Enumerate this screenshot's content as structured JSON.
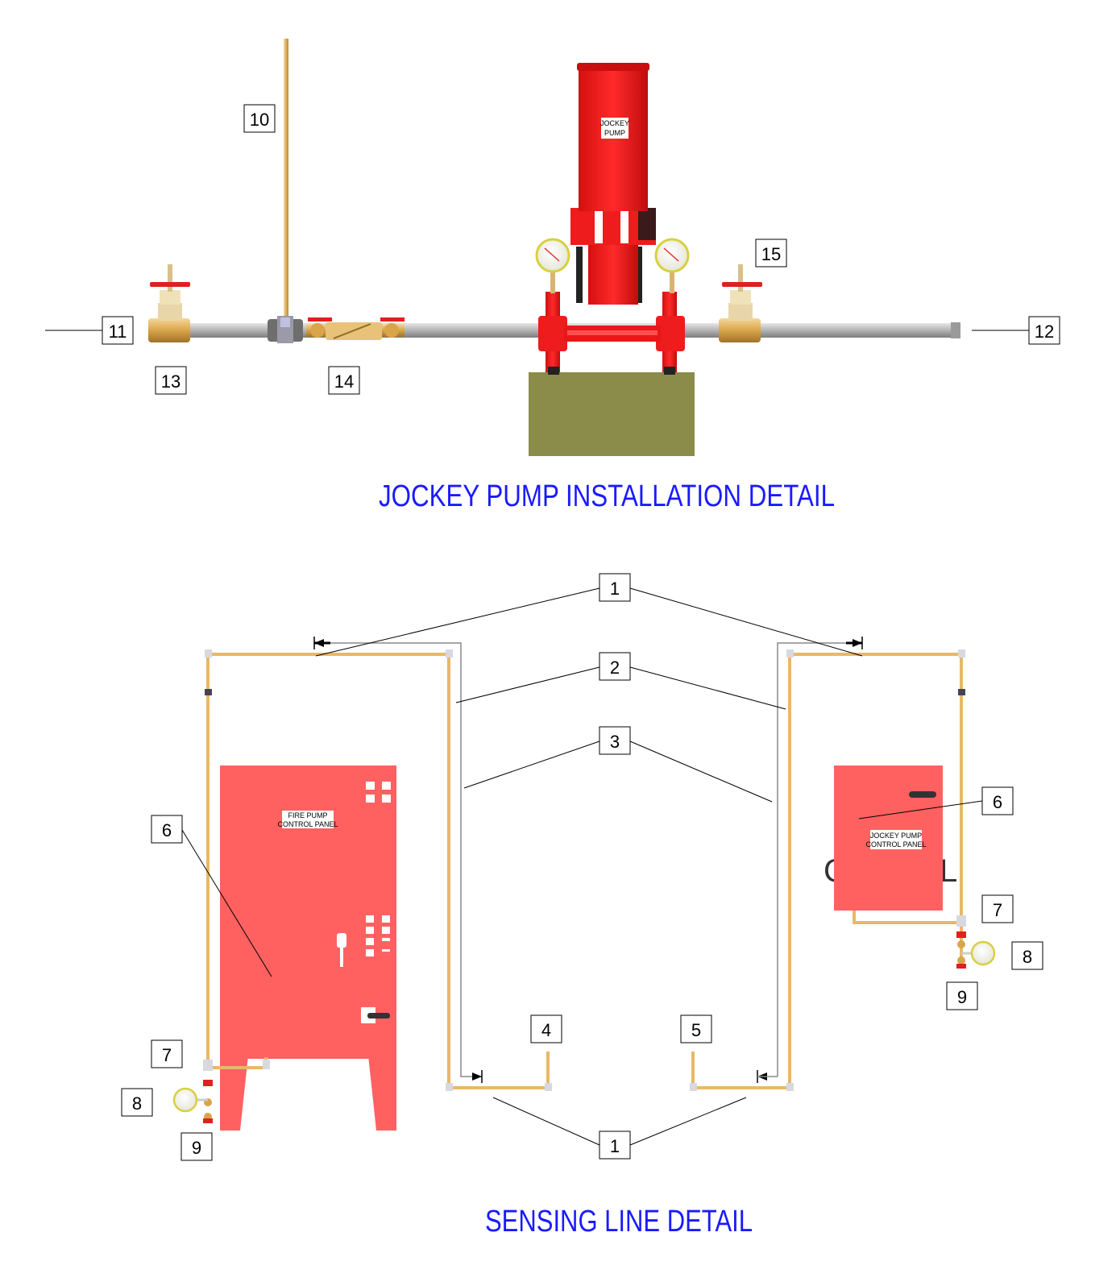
{
  "titles": {
    "top": "JOCKEY PUMP INSTALLATION DETAIL",
    "bottom": "SENSING LINE DETAIL"
  },
  "labels": {
    "pump_line1": "JOCKEY",
    "pump_line2": "PUMP",
    "fire_panel_line1": "FIRE PUMP",
    "fire_panel_line2": "CONTROL PANEL",
    "jockey_panel_line1": "JOCKEY PUMP",
    "jockey_panel_line2": "CONTROL PANEL",
    "ghost_c": "C",
    "ghost_l": "L"
  },
  "callouts": {
    "c10": "10",
    "c11": "11",
    "c12": "12",
    "c13": "13",
    "c14": "14",
    "c15": "15",
    "s1_top": "1",
    "s2": "2",
    "s3": "3",
    "s1_bottom": "1",
    "s4": "4",
    "s5": "5",
    "s6_left": "6",
    "s7_left": "7",
    "s8_left": "8",
    "s9_left": "9",
    "s6_right": "6",
    "s7_right": "7",
    "s8_right": "8",
    "s9_right": "9"
  },
  "colors": {
    "title": "#1a1aff",
    "pump_red": "#ee1c1c",
    "panel_red": "#ff6161",
    "pipe_gray": "#b8b8b8",
    "brass": "#e8b868",
    "base_olive": "#8b8b4a"
  }
}
